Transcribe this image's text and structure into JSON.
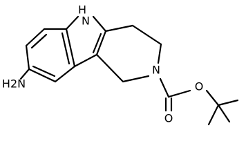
{
  "molecule": {
    "labels": {
      "nh_indole": "H",
      "n_indole": "N",
      "amine": "H2N",
      "n_piperidine": "N",
      "o_ether": "O",
      "o_carbonyl": "O"
    }
  }
}
